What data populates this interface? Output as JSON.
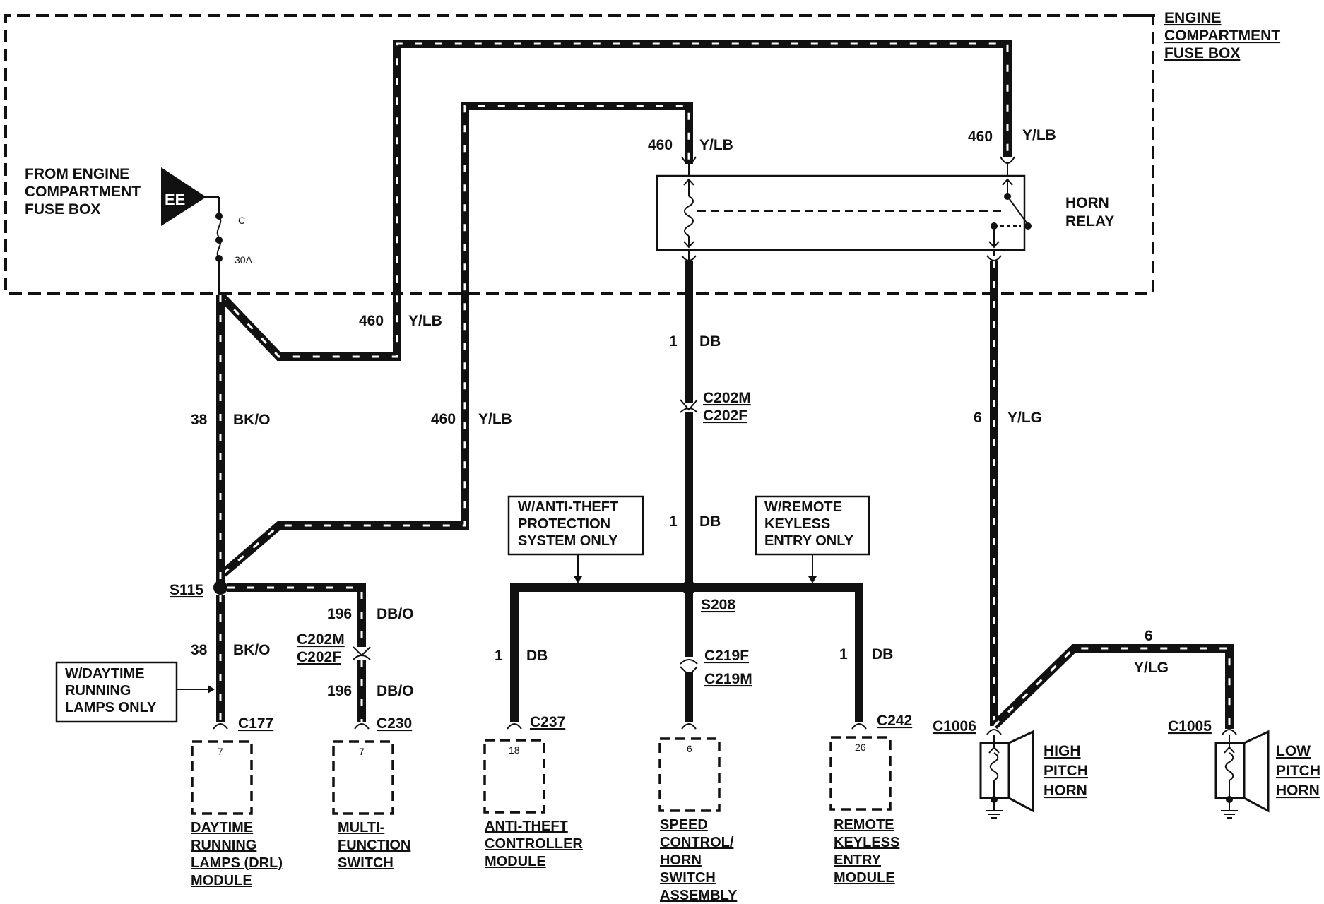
{
  "fuse_box_title": [
    "ENGINE",
    "COMPARTMENT",
    "FUSE BOX"
  ],
  "source": {
    "label_lines": [
      "FROM ENGINE",
      "COMPARTMENT",
      "FUSE BOX"
    ],
    "connector_code": "EE",
    "terminal": "C",
    "fuse_rating": "30A"
  },
  "relay": {
    "label_lines": [
      "HORN",
      "RELAY"
    ]
  },
  "wires": {
    "w460_top_left": {
      "circuit": "460",
      "color": "Y/LB"
    },
    "w460_top_right": {
      "circuit": "460",
      "color": "Y/LB"
    },
    "w460_mid": {
      "circuit": "460",
      "color": "Y/LB"
    },
    "w460_lower": {
      "circuit": "460",
      "color": "Y/LB"
    },
    "w38_upper": {
      "circuit": "38",
      "color": "BK/O"
    },
    "w38_lower": {
      "circuit": "38",
      "color": "BK/O"
    },
    "w196_upper": {
      "circuit": "196",
      "color": "DB/O"
    },
    "w196_lower": {
      "circuit": "196",
      "color": "DB/O"
    },
    "w1_relay": {
      "circuit": "1",
      "color": "DB"
    },
    "w1_mid": {
      "circuit": "1",
      "color": "DB"
    },
    "w1_left": {
      "circuit": "1",
      "color": "DB"
    },
    "w1_right": {
      "circuit": "1",
      "color": "DB"
    },
    "w6_vertical": {
      "circuit": "6",
      "color": "Y/LG"
    },
    "w6_low_horn": {
      "circuit": "6",
      "color": "Y/LG"
    }
  },
  "connectors": {
    "c202m": "C202M",
    "c202f": "C202F",
    "c202m_2": "C202M",
    "c202f_2": "C202F",
    "c219f": "C219F",
    "c219m": "C219M",
    "c177": "C177",
    "c230": "C230",
    "c237": "C237",
    "c242": "C242",
    "c1006": "C1006",
    "c1005": "C1005"
  },
  "splices": {
    "s115": "S115",
    "s208": "S208"
  },
  "notes": {
    "anti_theft": [
      "W/ANTI-THEFT",
      "PROTECTION",
      "SYSTEM ONLY"
    ],
    "remote_keyless": [
      "W/REMOTE",
      "KEYLESS",
      "ENTRY ONLY"
    ],
    "drl": [
      "W/DAYTIME",
      "RUNNING",
      "LAMPS ONLY"
    ]
  },
  "modules": [
    {
      "id": "drl",
      "pin": "7",
      "name_lines": [
        "DAYTIME",
        "RUNNING",
        "LAMPS (DRL)",
        "MODULE"
      ]
    },
    {
      "id": "mfs",
      "pin": "7",
      "name_lines": [
        "MULTI-",
        "FUNCTION",
        "SWITCH"
      ]
    },
    {
      "id": "atc",
      "pin": "18",
      "name_lines": [
        "ANTI-THEFT",
        "CONTROLLER",
        "MODULE"
      ]
    },
    {
      "id": "speed",
      "pin": "6",
      "name_lines": [
        "SPEED",
        "CONTROL/",
        "HORN",
        "SWITCH",
        "ASSEMBLY"
      ]
    },
    {
      "id": "rke",
      "pin": "26",
      "name_lines": [
        "REMOTE",
        "KEYLESS",
        "ENTRY",
        "MODULE"
      ]
    }
  ],
  "horns": [
    {
      "id": "high",
      "name_lines": [
        "HIGH",
        "PITCH",
        "HORN"
      ]
    },
    {
      "id": "low",
      "name_lines": [
        "LOW",
        "PITCH",
        "HORN"
      ]
    }
  ]
}
